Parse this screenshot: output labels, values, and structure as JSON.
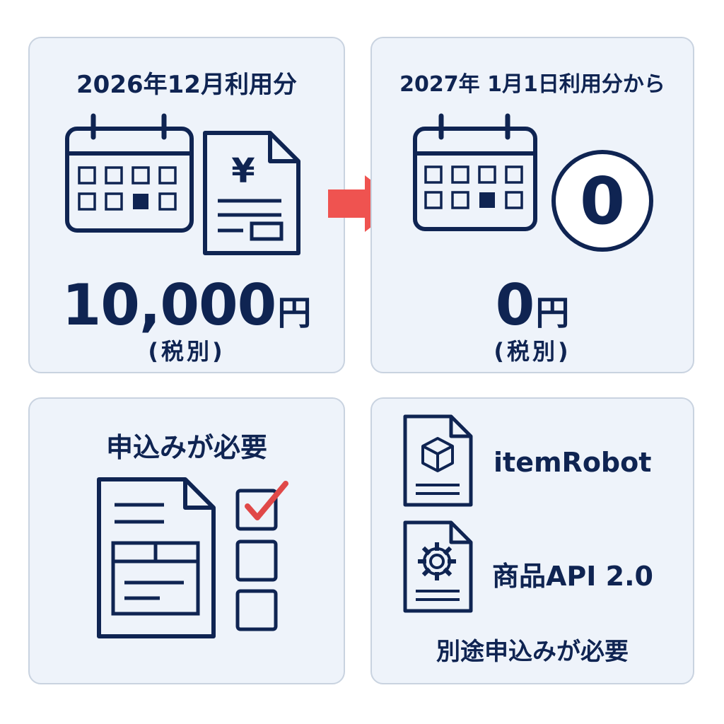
{
  "colors": {
    "navy": "#0f2452",
    "card_bg": "#eef3fa",
    "card_border": "#c9d3e0",
    "arrow": "#ef5350",
    "check": "#e04848"
  },
  "current_plan": {
    "period_label": "2026年12月利用分",
    "price_amount": "10,000",
    "price_unit": "円",
    "tax_note": "(税別)",
    "icons": [
      "calendar-icon",
      "yen-invoice-icon"
    ]
  },
  "new_plan": {
    "period_label": "2027年 1月1日利用分から",
    "price_amount": "0",
    "price_unit": "円",
    "tax_note": "(税別)",
    "badge_value": "0",
    "icons": [
      "calendar-icon",
      "zero-badge-icon"
    ]
  },
  "transition": {
    "icon": "right-arrow-icon"
  },
  "application": {
    "title": "申込みが必要",
    "checklist": [
      {
        "checked": true
      },
      {
        "checked": false
      },
      {
        "checked": false
      }
    ],
    "icons": [
      "document-form-icon",
      "checklist-icon"
    ]
  },
  "apis": {
    "items": [
      {
        "label": "itemRobot",
        "icon": "cube-document-icon"
      },
      {
        "label": "商品API 2.0",
        "icon": "gear-document-icon"
      }
    ],
    "note": "別途申込みが必要"
  }
}
